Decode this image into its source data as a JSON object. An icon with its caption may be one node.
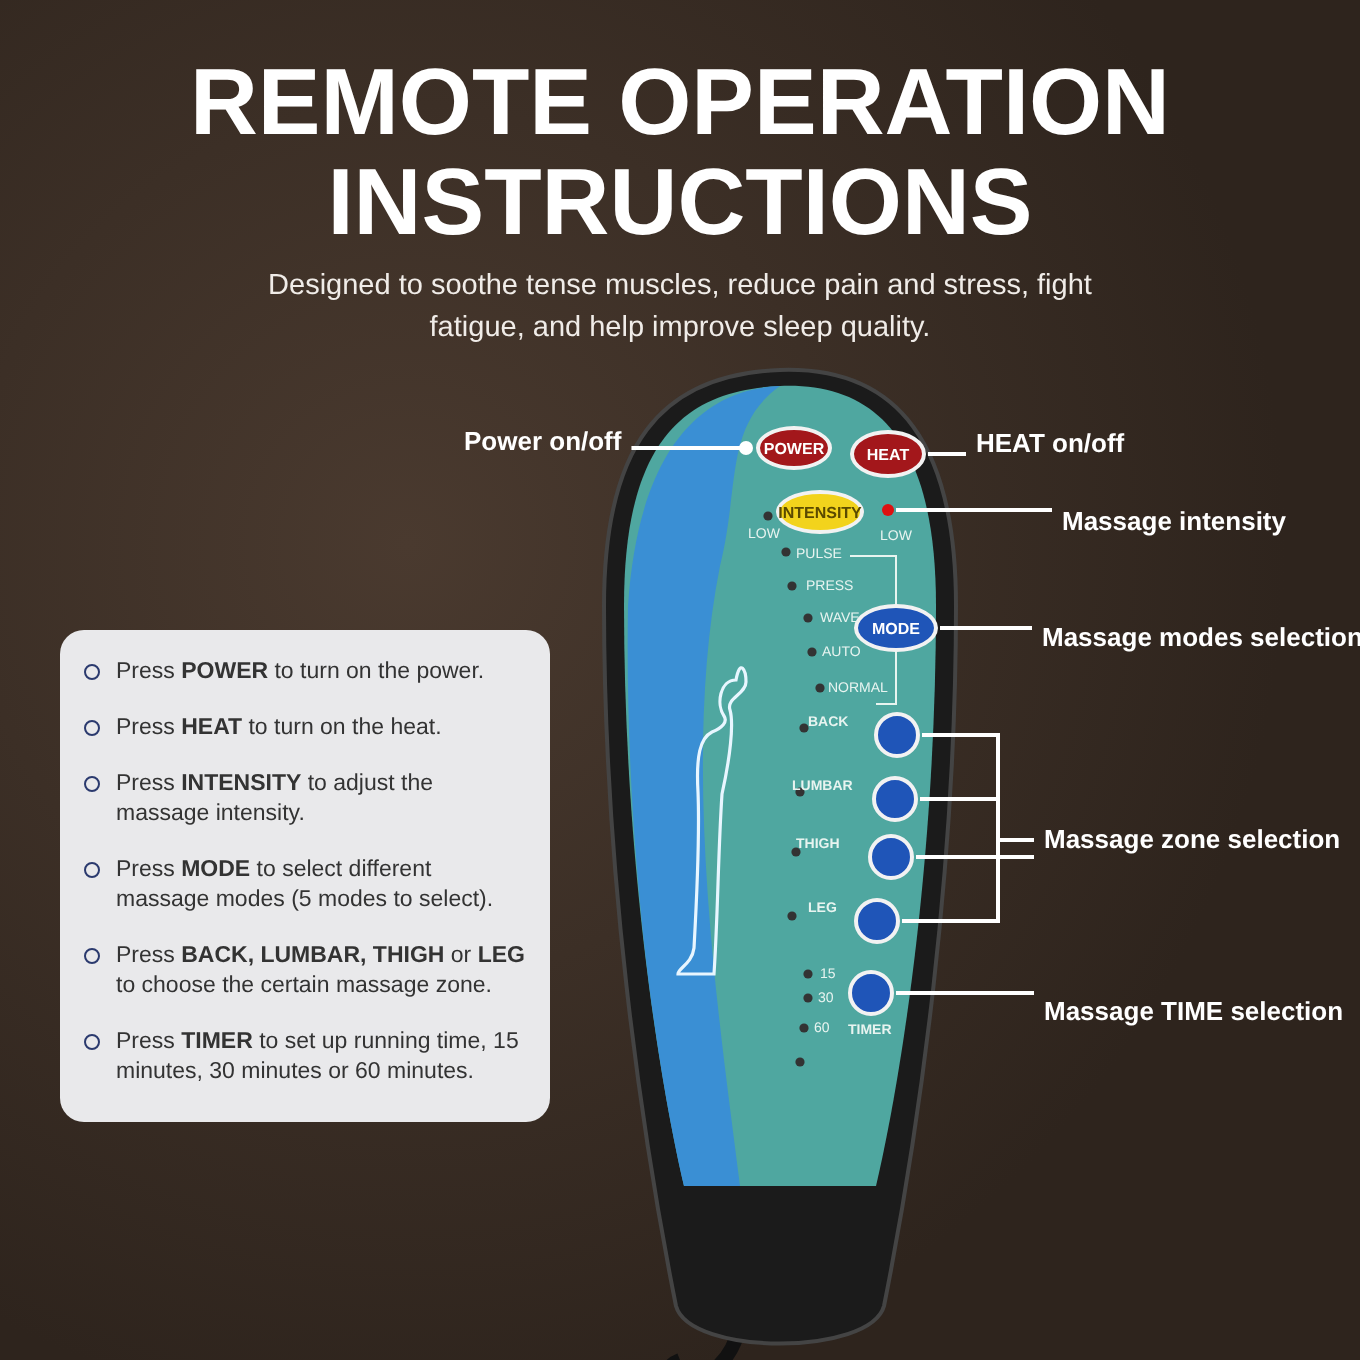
{
  "diagram": {
    "title": "REMOTE OPERATION INSTRUCTIONS",
    "nodes": [
      {
        "text": [],
        "shape": "picture"
      },
      {
        "text": [
          "POWER"
        ],
        "in": 0
      },
      {
        "text": [
          "HEAT"
        ],
        "in": 0
      },
      {
        "text": [
          "INTENSITY"
        ],
        "in": 0
      },
      {
        "text": [],
        "shape": "circle",
        "in": 0
      },
      {
        "text": [
          "MODE"
        ],
        "in": 0
      },
      {
        "text": [],
        "shape": "circle",
        "in": 0,
        "beside": [
          "BACK"
        ]
      },
      {
        "text": [],
        "shape": "circle",
        "in": 0,
        "beside": [
          "LUMBAR"
        ]
      },
      {
        "text": [],
        "shape": "circle",
        "in": 0,
        "beside": [
          "THIGH"
        ]
      },
      {
        "text": [],
        "shape": "circle",
        "in": 0,
        "beside": [
          "LEG"
        ]
      },
      {
        "text": [],
        "shape": "circle",
        "in": 0,
        "beside": [
          "TIMER"
        ]
      },
      {
        "text": [
          "Power on/off"
        ]
      },
      {
        "text": [
          "HEAT on/off"
        ]
      },
      {
        "text": [
          "Massage intensity"
        ]
      },
      {
        "text": [
          "Massage modes selection"
        ]
      },
      {
        "text": [
          "Massage zone selection"
        ]
      },
      {
        "text": [
          "Massage TIME selection"
        ]
      },
      {
        "text": [
          "Press **POWER** to turn on the power.",
          "Press **HEAT** to turn on the heat.",
          "Press **INTENSITY** to adjust the massage intensity.",
          "Press **MODE** to select different massage modes (5 modes to select).",
          "Press **BACK, LUMBAR, THIGH** or **LEG** to choose the certain massage zone.",
          "Press **TIMER** to set up running time, 15 minutes, 30 minutes or 60 minutes."
        ]
      }
    ],
    "edges": [
      {
        "from": 11,
        "to": 1,
        "arrow": "other"
      },
      {
        "from": 12,
        "to": 2,
        "arrow": "none"
      },
      {
        "from": 13,
        "to": 4,
        "arrow": "none"
      },
      {
        "from": 14,
        "to": 5,
        "arrow": "none"
      },
      {
        "from": 15,
        "to": 6,
        "arrow": "none"
      },
      {
        "from": 15,
        "to": 7,
        "arrow": "none"
      },
      {
        "from": 15,
        "to": 8,
        "arrow": "none"
      },
      {
        "from": 15,
        "to": 9,
        "arrow": "none"
      },
      {
        "from": 16,
        "to": 10,
        "arrow": "none"
      }
    ],
    "labels": [
      "Designed to soothe tense muscles, reduce pain and stress, fight fatigue, and help improve sleep quality.",
      "LOW",
      "LOW",
      "PULSE",
      "PRESS",
      "WAVE",
      "AUTO",
      "NORMAL",
      "15",
      "30",
      "60"
    ]
  }
}
